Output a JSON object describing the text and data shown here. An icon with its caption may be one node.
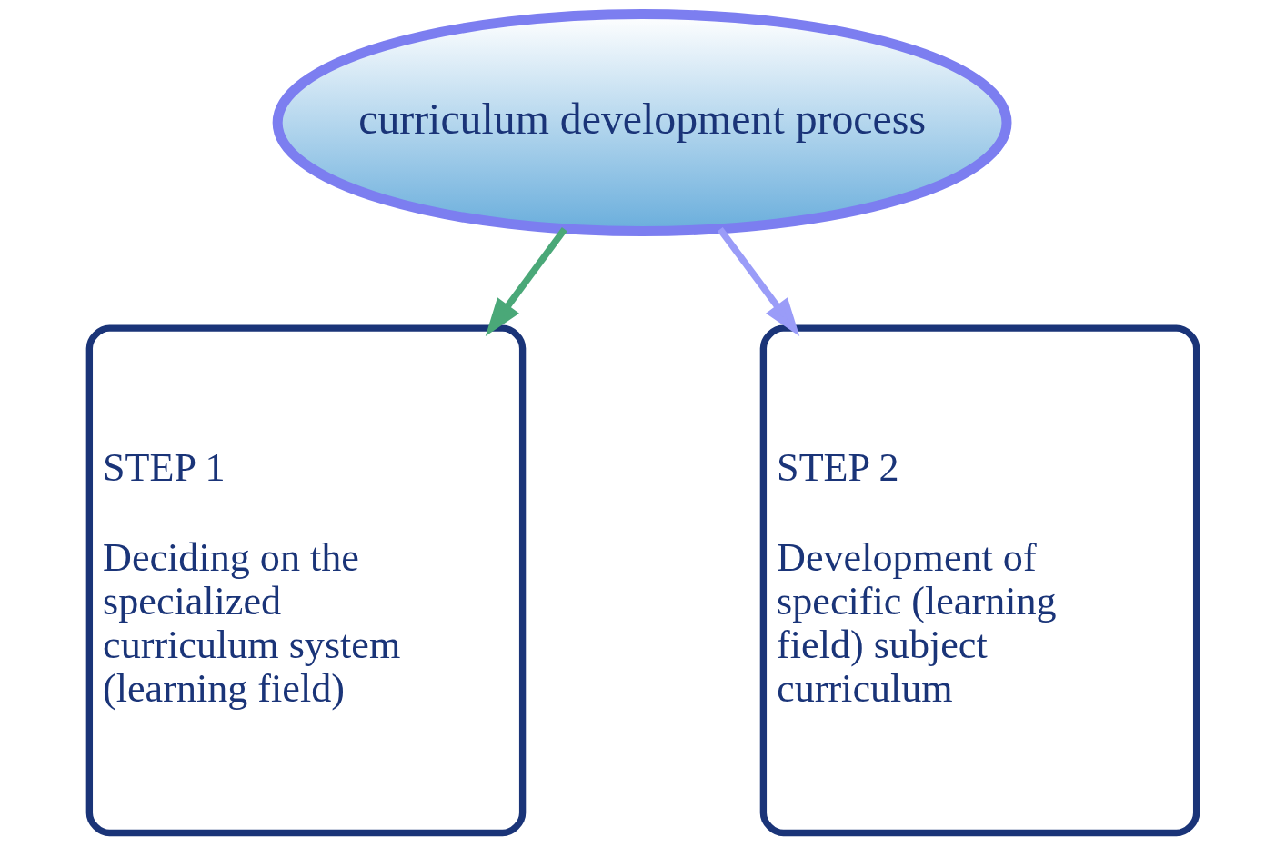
{
  "diagram": {
    "nodes": [
      {
        "text": [
          "curriculum development process"
        ]
      },
      {
        "text": [
          "STEP 1",
          "Deciding on the specialized curriculum system (learning field)"
        ]
      },
      {
        "text": [
          "STEP 2",
          "Development of specific (learning field) subject curriculum"
        ]
      }
    ],
    "edges": [
      {
        "from": 0,
        "to": 1,
        "arrow": "to",
        "color": "#4aa878"
      },
      {
        "from": 0,
        "to": 2,
        "arrow": "to",
        "color": "#9a9cf8"
      }
    ]
  }
}
